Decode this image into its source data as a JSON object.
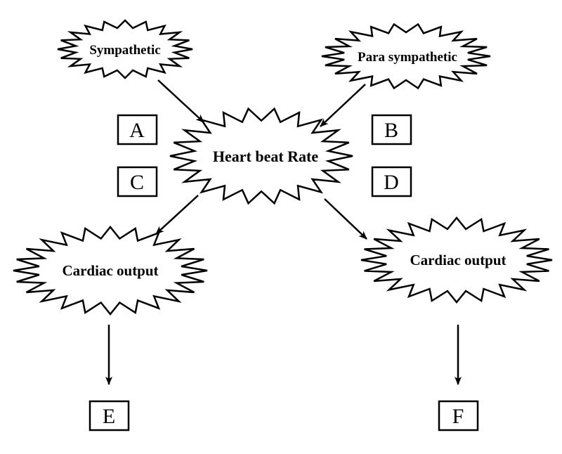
{
  "nodes": {
    "sympathetic": "Sympathetic",
    "parasympathetic": "Para sympathetic",
    "heart_rate": "Heart beat Rate",
    "cardiac_left": "Cardiac output",
    "cardiac_right": "Cardiac output"
  },
  "boxes": {
    "a": "A",
    "b": "B",
    "c": "C",
    "d": "D",
    "e": "E",
    "f": "F"
  },
  "colors": {
    "stroke": "#000000",
    "fill": "#ffffff"
  }
}
